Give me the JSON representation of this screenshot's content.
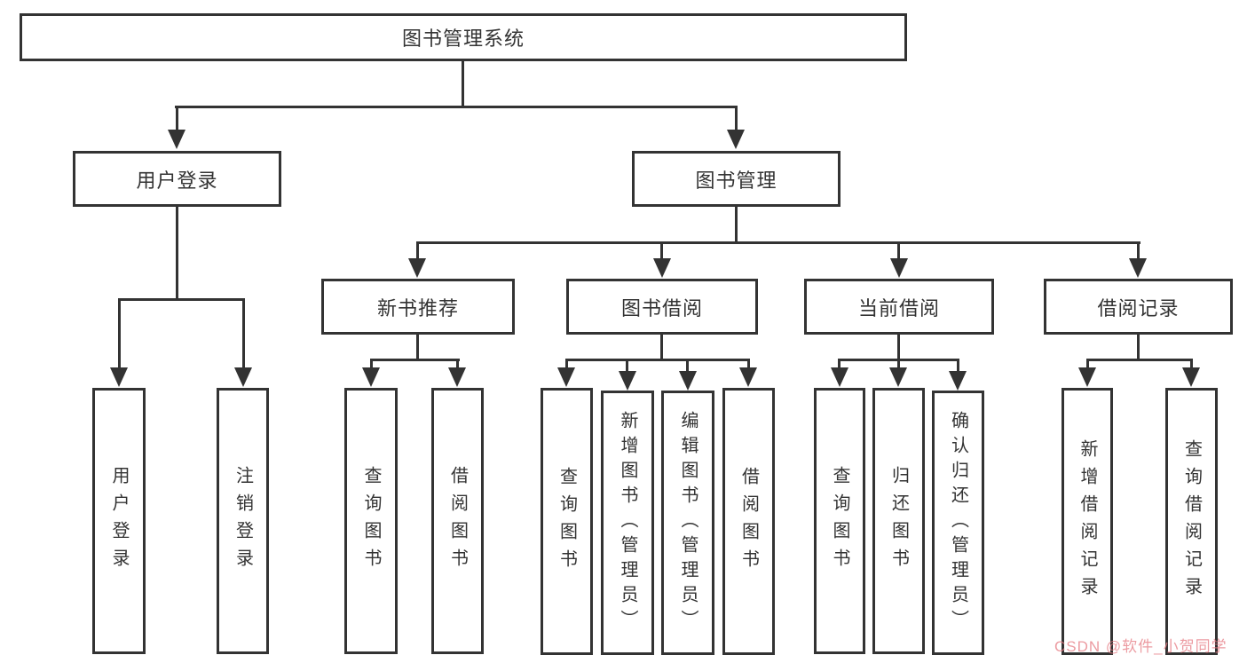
{
  "tree": {
    "root": {
      "label": "图书管理系统"
    },
    "branches": [
      {
        "label": "用户登录",
        "children": [
          {
            "label": "用户登录"
          },
          {
            "label": "注销登录"
          }
        ]
      },
      {
        "label": "图书管理",
        "groups": [
          {
            "label": "新书推荐",
            "children": [
              {
                "label": "查询图书"
              },
              {
                "label": "借阅图书"
              }
            ]
          },
          {
            "label": "图书借阅",
            "children": [
              {
                "label": "查询图书"
              },
              {
                "label": "新增图书（管理员）"
              },
              {
                "label": "编辑图书（管理员）"
              },
              {
                "label": "借阅图书"
              }
            ]
          },
          {
            "label": "当前借阅",
            "children": [
              {
                "label": "查询图书"
              },
              {
                "label": "归还图书"
              },
              {
                "label": "确认归还（管理员）"
              }
            ]
          },
          {
            "label": "借阅记录",
            "children": [
              {
                "label": "新增借阅记录"
              },
              {
                "label": "查询借阅记录"
              }
            ]
          }
        ]
      }
    ]
  },
  "watermark": {
    "text": "CSDN @软件_小贺同学",
    "color": "#e67a82"
  },
  "colors": {
    "line": "#333333",
    "box_border": "#333333",
    "box_background": "#ffffff",
    "text": "#333333",
    "page_background": "#ffffff"
  }
}
